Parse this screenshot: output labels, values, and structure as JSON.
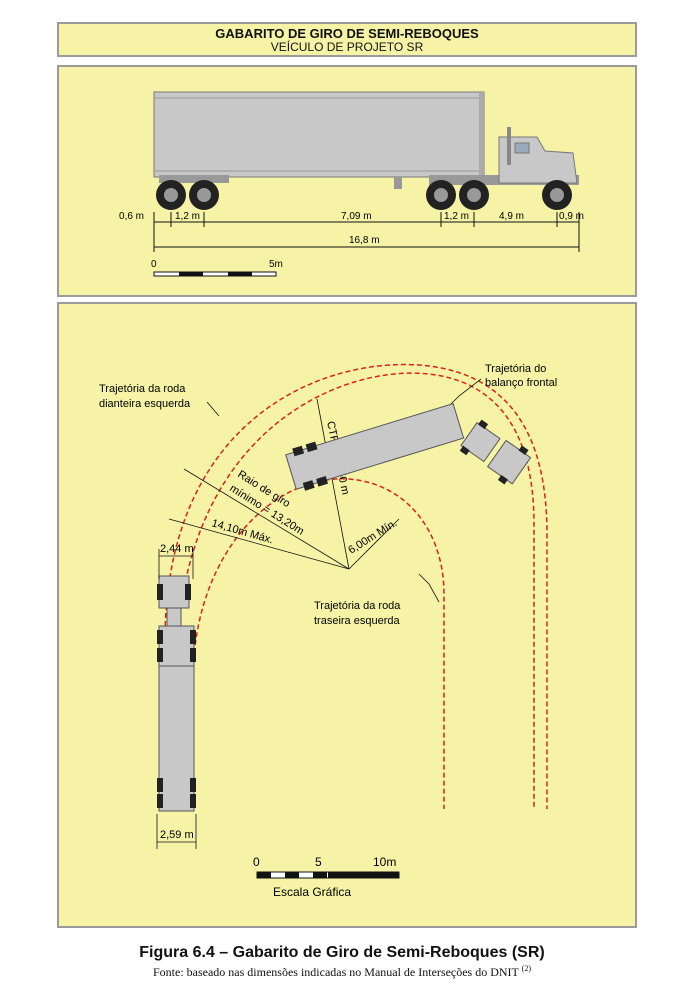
{
  "header": {
    "title": "GABARITO DE GIRO DE SEMI-REBOQUES",
    "subtitle": "VEÍCULO DE PROJETO SR"
  },
  "side_view": {
    "dimensions": [
      "0,6 m",
      "1,2 m",
      "7,09 m",
      "1,2 m",
      "4,9 m",
      "0,9 m"
    ],
    "total": "16,8 m",
    "scale": [
      "0",
      "5m"
    ]
  },
  "plan_view": {
    "labels": {
      "front_left_wheel": [
        "Trajetória da roda",
        "dianteira esquerda"
      ],
      "front_overhang": [
        "Trajetória do",
        "balanço frontal"
      ],
      "rear_left_wheel": [
        "Trajetória da roda",
        "traseira esquerda"
      ],
      "ctr": "CTR = 12,50 m",
      "min_radius": [
        "Raio de giro",
        "mínimo = 13,20m"
      ],
      "max_radius": "14,10m Máx.",
      "min_inner": "6,00m Mín.",
      "width_front": "2,44 m",
      "width_rear": "2,59 m"
    },
    "scale": {
      "ticks": [
        "0",
        "5",
        "10m"
      ],
      "label": "Escala Gráfica"
    }
  },
  "caption": {
    "figure": "Figura 6.4 – Gabarito de Giro de Semi-Reboques (SR)",
    "source": "Fonte: baseado nas dimensões indicadas no Manual de Interseções do DNIT",
    "source_ref": "(2)"
  },
  "colors": {
    "panel": "#f7f3a6",
    "vehicle": "#c8c8c8",
    "path": "#d9231e"
  }
}
